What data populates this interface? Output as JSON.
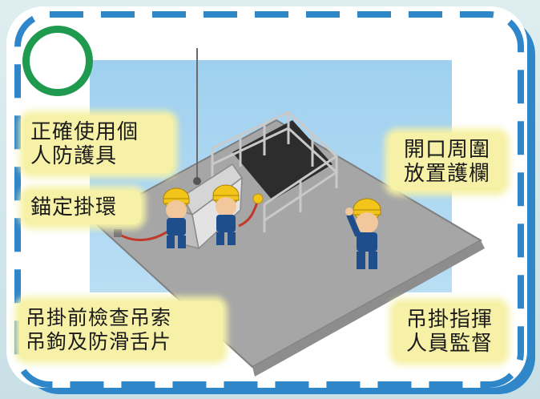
{
  "badge": {
    "symbol": "circle-correct",
    "color": "#1f9a4e"
  },
  "labels": {
    "ppe": [
      "正確使用個",
      "人防護具"
    ],
    "anchor": [
      "錨定掛環"
    ],
    "hook_check": [
      "吊掛前檢查吊索",
      "吊鉤及防滑舌片"
    ],
    "barrier": [
      "開口周圍",
      "放置護欄"
    ],
    "signal": [
      "吊掛指揮",
      "人員監督"
    ]
  },
  "colors": {
    "frame_blue": "#2f86c9",
    "label_bg": "#f6f1a6",
    "helmet": "#f3c51a",
    "sky": "#a8d5f0",
    "floor": "#a9a9a9"
  }
}
